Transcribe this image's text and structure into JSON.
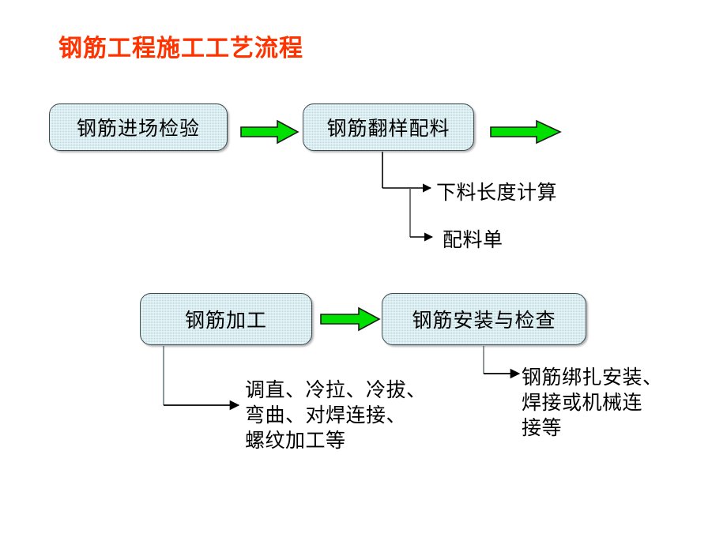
{
  "slide": {
    "title": "钢筋工程施工工艺流程",
    "title_color": "#ff3300",
    "background_color": "#ffffff",
    "box_fill_color": "#bcdde4",
    "box_border_color": "#3c4a50",
    "arrow_fill_color": "#00e000",
    "arrow_border_color": "#1a1a1a",
    "connector_color": "#000000"
  },
  "boxes": [
    {
      "id": "incoming",
      "label": "钢筋进场检验"
    },
    {
      "id": "shop_drawing",
      "label": "钢筋翻样配料"
    },
    {
      "id": "fabrication",
      "label": "钢筋加工"
    },
    {
      "id": "installation",
      "label": "钢筋安装与检查"
    }
  ],
  "arrows": [
    {
      "id": "arrow_1",
      "from": "incoming",
      "to": "shop_drawing",
      "direction": "right"
    },
    {
      "id": "arrow_2",
      "from": "shop_drawing",
      "to": "",
      "direction": "right"
    },
    {
      "id": "arrow_3",
      "from": "fabrication",
      "to": "installation",
      "direction": "right"
    }
  ],
  "annotations": [
    {
      "id": "cut_length",
      "parent": "shop_drawing",
      "text": "下料长度计算"
    },
    {
      "id": "mix_sheet",
      "parent": "shop_drawing",
      "text": "配料单"
    },
    {
      "id": "fab_ops",
      "parent": "fabrication",
      "text": "调直、冷拉、冷拔、\n弯曲、对焊连接、\n螺纹加工等"
    },
    {
      "id": "inst_ops",
      "parent": "installation",
      "text": "钢筋绑扎安装、\n焊接或机械连\n接等"
    }
  ]
}
